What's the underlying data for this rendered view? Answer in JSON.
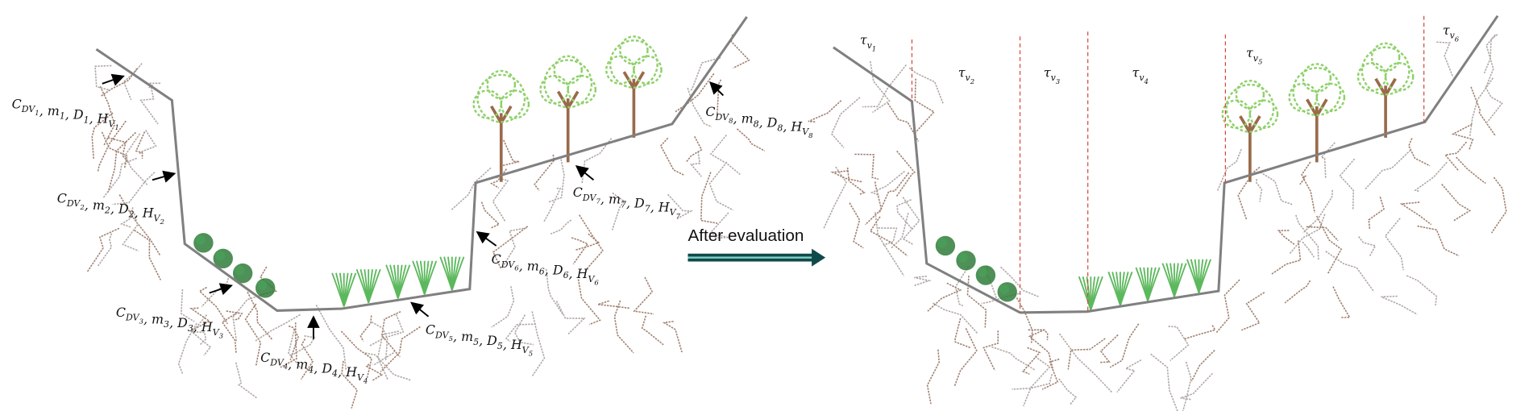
{
  "before": {
    "labels": [
      [
        {
          "t": "C",
          "s": "DV",
          "ss": "1"
        },
        {
          "t": "m",
          "s": "1"
        },
        {
          "t": "D",
          "s": "1"
        },
        {
          "t": "H",
          "s": "V",
          "ss": "1"
        }
      ],
      [
        {
          "t": "C",
          "s": "DV",
          "ss": "2"
        },
        {
          "t": "m",
          "s": "2"
        },
        {
          "t": "D",
          "s": "2"
        },
        {
          "t": "H",
          "s": "V",
          "ss": "2"
        }
      ],
      [
        {
          "t": "C",
          "s": "DV",
          "ss": "3"
        },
        {
          "t": "m",
          "s": "3"
        },
        {
          "t": "D",
          "s": "3"
        },
        {
          "t": "H",
          "s": "V",
          "ss": "3"
        }
      ],
      [
        {
          "t": "C",
          "s": "DV",
          "ss": "4"
        },
        {
          "t": "m",
          "s": "4"
        },
        {
          "t": "D",
          "s": "4"
        },
        {
          "t": "H",
          "s": "V",
          "ss": "4"
        }
      ],
      [
        {
          "t": "C",
          "s": "DV",
          "ss": "5"
        },
        {
          "t": "m",
          "s": "5"
        },
        {
          "t": "D",
          "s": "5"
        },
        {
          "t": "H",
          "s": "V",
          "ss": "5"
        }
      ],
      [
        {
          "t": "C",
          "s": "DV",
          "ss": "6"
        },
        {
          "t": "m",
          "s": "6"
        },
        {
          "t": "D",
          "s": "6"
        },
        {
          "t": "H",
          "s": "V",
          "ss": "6"
        }
      ],
      [
        {
          "t": "C",
          "s": "DV",
          "ss": "7"
        },
        {
          "t": "m",
          "s": "7"
        },
        {
          "t": "D",
          "s": "7"
        },
        {
          "t": "H",
          "s": "V",
          "ss": "7"
        }
      ],
      [
        {
          "t": "C",
          "s": "DV",
          "ss": "8"
        },
        {
          "t": "m",
          "s": "8"
        },
        {
          "t": "D",
          "s": "8"
        },
        {
          "t": "H",
          "s": "V",
          "ss": "8"
        }
      ]
    ]
  },
  "transition": {
    "label": "After evaluation",
    "arrow_color": "#0f4a4a"
  },
  "after": {
    "zones": [
      {
        "t": "τ",
        "s": "v",
        "ss": "1"
      },
      {
        "t": "τ",
        "s": "v",
        "ss": "2"
      },
      {
        "t": "τ",
        "s": "v",
        "ss": "3"
      },
      {
        "t": "τ",
        "s": "v",
        "ss": "4"
      },
      {
        "t": "τ",
        "s": "v",
        "ss": "5"
      },
      {
        "t": "τ",
        "s": "v",
        "ss": "6"
      }
    ],
    "divider_color": "#d9453a"
  },
  "colors": {
    "slope_line": "#808080",
    "shrub": "#2f7d3a",
    "grass": "#5cb85c",
    "tree_canopy": "#8fd16a",
    "trunk": "#9a6a4a",
    "roots": "#a08070"
  }
}
